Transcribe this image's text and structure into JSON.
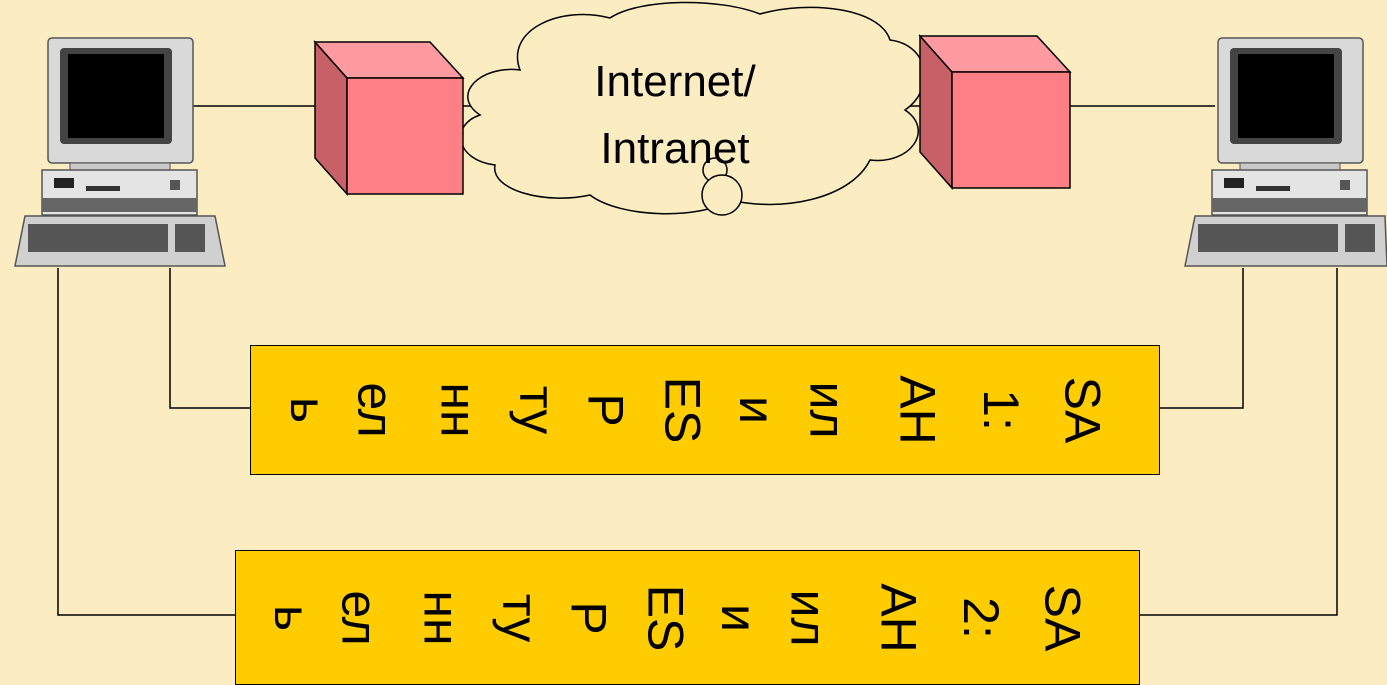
{
  "cloud": {
    "line1": "Internet/",
    "line2": "Intranet"
  },
  "tunnels": [
    {
      "chars": [
        "SA",
        "1:",
        "AH",
        "ил",
        "и",
        "ES",
        "P",
        "ту",
        "нн",
        "ел",
        "ь"
      ]
    },
    {
      "chars": [
        "SA",
        "2:",
        "AH",
        "ил",
        "и",
        "ES",
        "P",
        "ту",
        "нн",
        "ел",
        "ь"
      ]
    }
  ],
  "colors": {
    "background": "#fbecc2",
    "tunnel": "#ffcc00",
    "gateway": "#ff7f86",
    "gateway_side": "#c86068"
  },
  "icons": [
    "computer-icon",
    "gateway-cube-icon",
    "cloud-icon"
  ]
}
